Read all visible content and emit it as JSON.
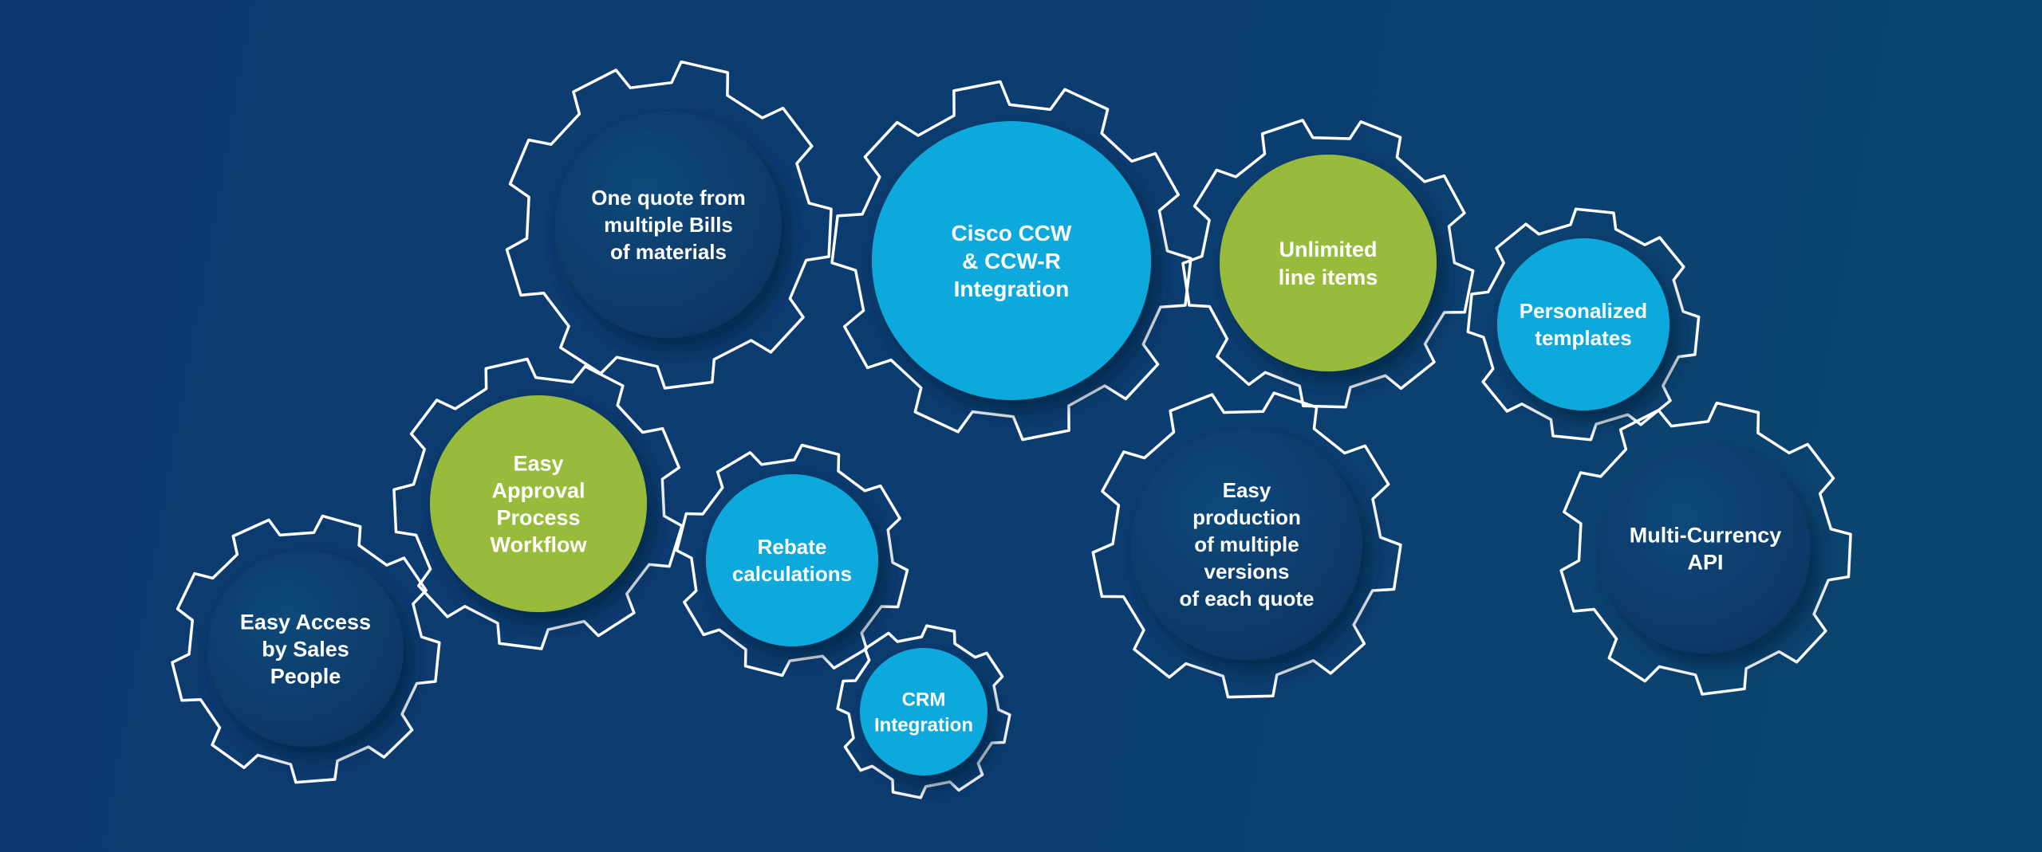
{
  "colors": {
    "background_left": "#0c3a70",
    "background_right": "#0b466f",
    "gear_outline": "#ffffff",
    "circle_dark_blue": "#0e3f6e",
    "circle_light_blue": "#0da9dc",
    "circle_green": "#98bb3b",
    "text": "#ffffff"
  },
  "gears": [
    {
      "id": "gear-one-quote",
      "color": "circle_dark_blue",
      "lines": [
        "One quote from",
        "multiple Bills",
        "of materials"
      ]
    },
    {
      "id": "gear-cisco-ccw",
      "color": "circle_light_blue",
      "lines": [
        "Cisco CCW",
        "& CCW-R",
        "Integration"
      ]
    },
    {
      "id": "gear-unlimited-line-items",
      "color": "circle_green",
      "lines": [
        "Unlimited",
        "line items"
      ]
    },
    {
      "id": "gear-personalized-templates",
      "color": "circle_light_blue",
      "lines": [
        "Personalized",
        "templates"
      ]
    },
    {
      "id": "gear-easy-approval",
      "color": "circle_green",
      "lines": [
        "Easy",
        "Approval",
        "Process",
        "Workflow"
      ]
    },
    {
      "id": "gear-rebate-calculations",
      "color": "circle_light_blue",
      "lines": [
        "Rebate",
        "calculations"
      ]
    },
    {
      "id": "gear-easy-production",
      "color": "circle_dark_blue",
      "lines": [
        "Easy",
        "production",
        "of multiple",
        "versions",
        "of each quote"
      ]
    },
    {
      "id": "gear-multi-currency",
      "color": "circle_dark_blue",
      "lines": [
        "Multi-Currency",
        "API"
      ]
    },
    {
      "id": "gear-easy-access",
      "color": "circle_dark_blue",
      "lines": [
        "Easy Access",
        "by Sales",
        "People"
      ]
    },
    {
      "id": "gear-crm-integration",
      "color": "circle_light_blue",
      "lines": [
        "CRM",
        "Integration"
      ]
    }
  ]
}
